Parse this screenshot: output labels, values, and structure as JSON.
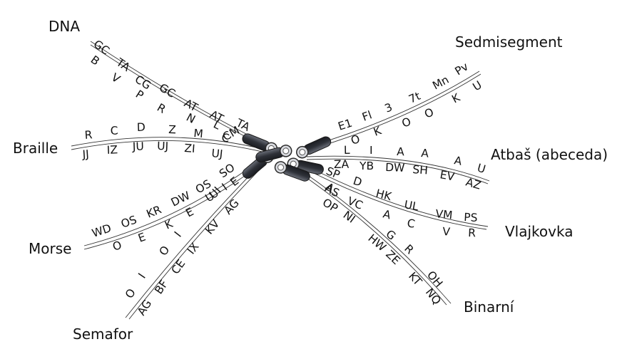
{
  "branches": [
    {
      "name": "DNA",
      "outer": [
        "GC",
        "TA",
        "CG",
        "GC",
        "AT",
        "AT",
        "TA",
        "CM"
      ],
      "inner": [
        "B",
        "V",
        "P",
        "R",
        "N",
        "L"
      ]
    },
    {
      "name": "Braille",
      "outer": [
        "R",
        "C",
        "D",
        "Z",
        "M",
        "C"
      ],
      "inner": [
        "JJ",
        "IZ",
        "JU",
        "UJ",
        "ZI",
        "UJ"
      ]
    },
    {
      "name": "Morse",
      "outer": [
        "WD",
        "OS",
        "KR",
        "DW",
        "OS",
        "SO"
      ],
      "inner": [
        "O",
        "E",
        "K",
        "E",
        "U",
        "I",
        "E"
      ]
    },
    {
      "name": "Semafor",
      "outer": [
        "O",
        "I",
        "O",
        "I",
        "UI"
      ],
      "inner": [
        "AG",
        "BF",
        "CE",
        "IX",
        "KV",
        "AG"
      ]
    },
    {
      "name": "Sedmisegment",
      "outer": [
        "E1",
        "Fl",
        "3",
        "7t",
        "Mn",
        "Pv"
      ],
      "inner": [
        "O",
        "K",
        "O",
        "O",
        "K",
        "U"
      ]
    },
    {
      "name": "Atbaš (abeceda)",
      "outer": [
        "L",
        "I",
        "A",
        "A",
        "A",
        "U"
      ],
      "inner": [
        "ZA",
        "YB",
        "DW",
        "SH",
        "EV",
        "AZ"
      ]
    },
    {
      "name": "Vlajkovka",
      "outer": [
        "SP",
        "D",
        "HK",
        "UL",
        "VM",
        "PS"
      ],
      "inner": [
        "AS",
        "VC",
        "A",
        "C",
        "V",
        "R"
      ]
    },
    {
      "name": "Binarní",
      "outer": [
        "A",
        "OP",
        "NI",
        "G",
        "R",
        "OH"
      ],
      "inner": [
        "HW",
        "ZE",
        "KT",
        "NQ"
      ]
    }
  ]
}
